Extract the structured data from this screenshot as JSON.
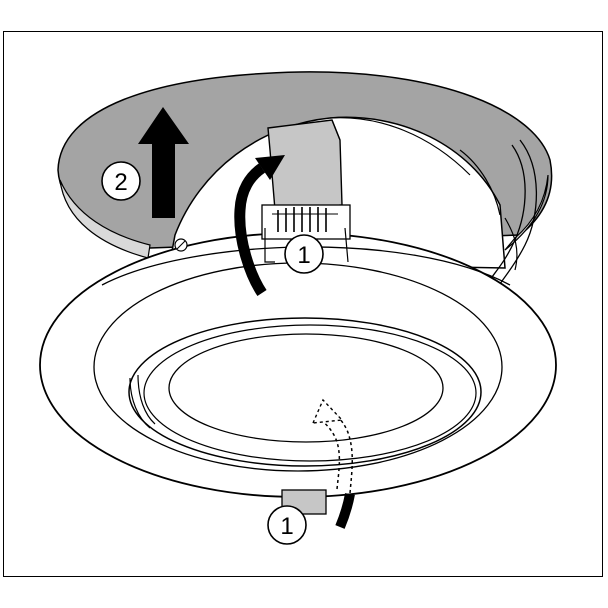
{
  "diagram": {
    "callouts": [
      {
        "id": "step-1-clip",
        "label": "1"
      },
      {
        "id": "step-2-lift",
        "label": "2"
      },
      {
        "id": "step-1-bottom",
        "label": "1"
      }
    ],
    "colors": {
      "ceiling_gray": "#a4a4a4",
      "ceiling_edge": "#d9d9d9",
      "clip_gray": "#c6c6c6",
      "line": "#000000",
      "fill": "#ffffff"
    },
    "icons": [
      "up-arrow-icon",
      "curved-arrow-icon",
      "dotted-arrow-icon"
    ]
  }
}
